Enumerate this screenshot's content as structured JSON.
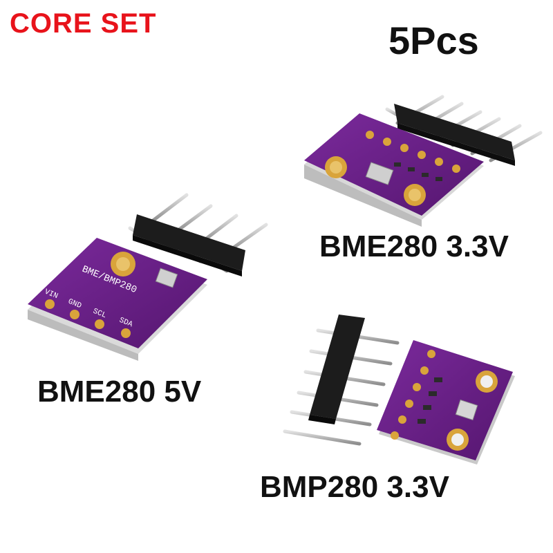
{
  "brand": "CORE SET",
  "quantity": "5Pcs",
  "products": [
    {
      "label": "BME280 3.3V"
    },
    {
      "label": "BME280 5V",
      "silkscreen": {
        "chip": "BME/BMP280",
        "pins": [
          "VIN",
          "GND",
          "SCL",
          "SDA"
        ]
      }
    },
    {
      "label": "BMP280 3.3V"
    }
  ],
  "colors": {
    "brand": "#e8131b",
    "pcb": "#6a1f8a",
    "pad": "#d9a43b",
    "header": "#1a1a1a",
    "pin": "#b9b9b9"
  }
}
